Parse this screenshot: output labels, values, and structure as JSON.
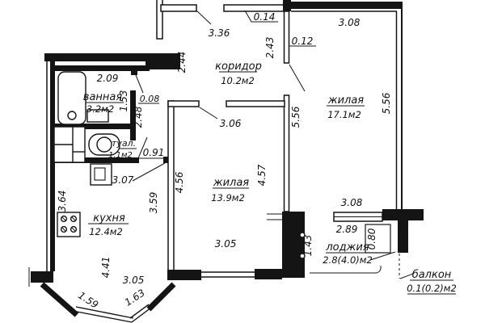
{
  "rooms": {
    "corridor": {
      "name": "коридор",
      "area": "10.2м2"
    },
    "living_large": {
      "name": "жилая",
      "area": "17.1м2"
    },
    "living_small": {
      "name": "жилая",
      "area": "13.9м2"
    },
    "bathroom": {
      "name": "ванная",
      "area": "3.2м2"
    },
    "toilet": {
      "name": "туал.",
      "area": "1.1м2"
    },
    "kitchen": {
      "name": "кухня",
      "area": "12.4м2"
    },
    "loggia": {
      "name": "лоджия",
      "area": "2.8(4.0)м2"
    },
    "balcony": {
      "name": "балкон",
      "area": "0.1(0.2)м2"
    }
  },
  "dims": {
    "corridor_top_width": "3.36",
    "top_offset": "0.14",
    "living_large_top_width": "3.08",
    "wall_stub": "0.12",
    "corridor_right_height": "2.43",
    "corridor_left_height": "2.44",
    "bathroom_width": "2.09",
    "bathroom_depth": "1.53",
    "wall_offset": "0.08",
    "hall_depth": "2.48",
    "toilet_door_width": "0.91",
    "kitchen_top_width": "3.07",
    "kitchen_left_height": "3.64",
    "kitchen_right_height": "3.59",
    "kitchen_full_height": "4.41",
    "kitchen_bottom_width": "3.05",
    "bay_left_width": "1.59",
    "bay_right_width": "1.63",
    "living_small_top_width": "3.06",
    "living_small_bottom_width": "3.05",
    "living_small_left_height": "4.56",
    "living_small_right_height": "4.57",
    "living_large_left_height": "5.56",
    "living_large_right_height": "5.56",
    "loggia_top_width": "3.08",
    "loggia_width": "2.89",
    "loggia_niche": "0.80",
    "loggia_left_height": "1.43"
  }
}
